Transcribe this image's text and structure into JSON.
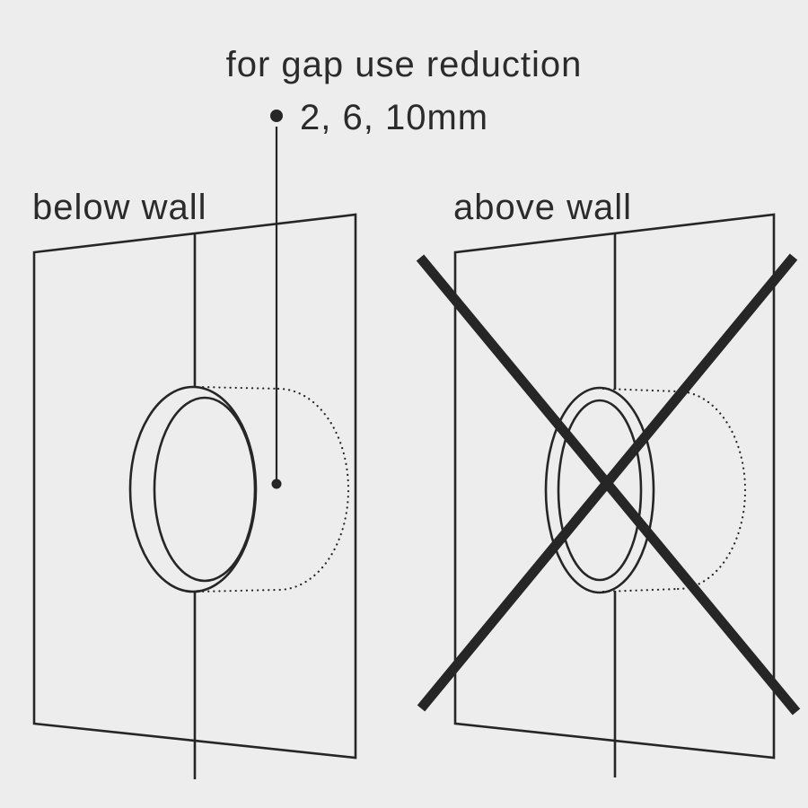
{
  "colors": {
    "background": "#ededed",
    "line": "#262626",
    "text": "#2b2b2b"
  },
  "annotation": {
    "title": "for gap use reduction",
    "sizes": "2, 6, 10mm"
  },
  "panels": {
    "left": {
      "label": "below wall"
    },
    "right": {
      "label": "above wall"
    }
  }
}
